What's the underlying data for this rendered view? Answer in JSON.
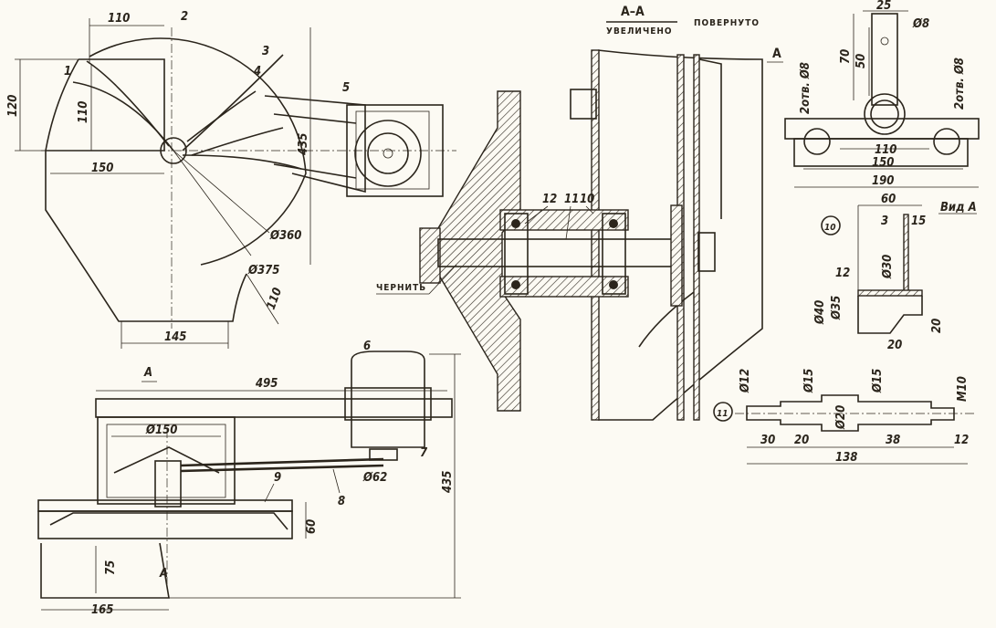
{
  "side_view": {
    "parts": [
      "1",
      "2",
      "3",
      "4",
      "5"
    ],
    "dims": {
      "top_width": "110",
      "height_left": "120",
      "inner_height": "110",
      "hopper_width": "150",
      "height_total": "435",
      "disc_dia": "Ø360",
      "casing_dia": "Ø375",
      "chute_height": "110",
      "bottom_width": "145"
    }
  },
  "section": {
    "title": "А–А",
    "subtitle": "УВЕЛИЧЕНО",
    "note": "ПОВЕРНУТО",
    "arrow_label": "А",
    "parts": [
      "12",
      "11",
      "10"
    ],
    "callout": "ЧЕРНИТЬ"
  },
  "bracket": {
    "dims": {
      "width_top": "25",
      "hole": "Ø8",
      "height_outer": "70",
      "height_inner": "50",
      "holes_left": "2отв. Ø8",
      "holes_right": "2отв. Ø8",
      "base_inner": "110",
      "base_mid": "150",
      "base_total": "190"
    }
  },
  "part10": {
    "number": "10",
    "view": "Вид А",
    "dims": {
      "width": "60",
      "thick": "3",
      "lip": "15",
      "dia_inner": "Ø30",
      "step": "12",
      "dia_outer": "Ø40",
      "dia_bore": "Ø35",
      "height": "20",
      "foot": "20"
    }
  },
  "part11": {
    "number": "11",
    "dims": {
      "d1": "Ø12",
      "d2": "Ø15",
      "d3": "Ø15",
      "thread": "M10",
      "d4": "Ø20",
      "l1": "30",
      "l2": "20",
      "l3": "38",
      "l4": "12",
      "total": "138"
    }
  },
  "top_view": {
    "section_mark": "А",
    "section_mark2": "А",
    "parts": [
      "6",
      "7",
      "8",
      "9"
    ],
    "dims": {
      "length": "495",
      "disc_dia": "Ø150",
      "pulley_dia": "Ø62",
      "height_frame": "60",
      "leg_height": "75",
      "total_height": "435",
      "base_width": "165"
    }
  }
}
